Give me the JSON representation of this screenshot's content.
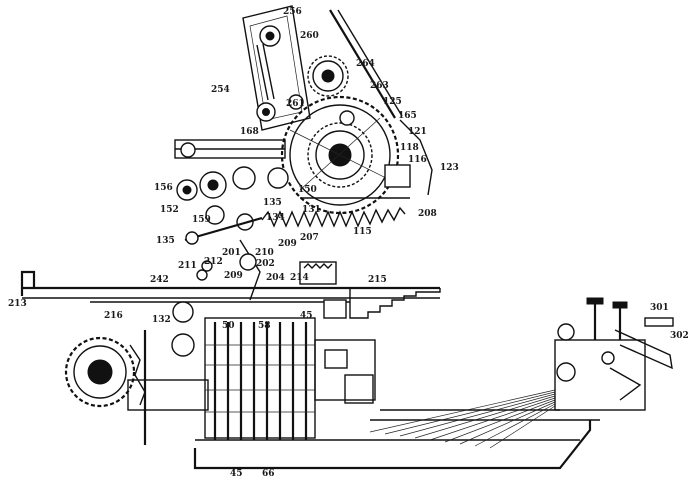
{
  "labels": {
    "l256": "256",
    "l260": "260",
    "l264": "264",
    "l263": "263",
    "l254": "254",
    "l261": "261",
    "l125a": "125",
    "l165": "165",
    "l168": "168",
    "l121": "121",
    "l118": "118",
    "l116": "116",
    "l123": "123",
    "l150": "150",
    "l152": "152",
    "l156": "156",
    "l159": "159",
    "l135": "135",
    "l134": "134",
    "l131": "131",
    "l209a": "209",
    "l208": "208",
    "l207": "207",
    "l115": "115",
    "l201": "201",
    "l210": "210",
    "l211": "211",
    "l212": "212",
    "l209b": "209",
    "l202": "202",
    "l204": "204",
    "l214": "214",
    "l215": "215",
    "l242": "242",
    "l213": "213",
    "l216": "216",
    "l132": "132",
    "l50": "50",
    "l58": "58",
    "l45a": "45",
    "l301": "301",
    "l302": "302",
    "l45b": "45",
    "l66": "66"
  },
  "colors": {
    "ink": "#111111",
    "paper": "#ffffff"
  }
}
